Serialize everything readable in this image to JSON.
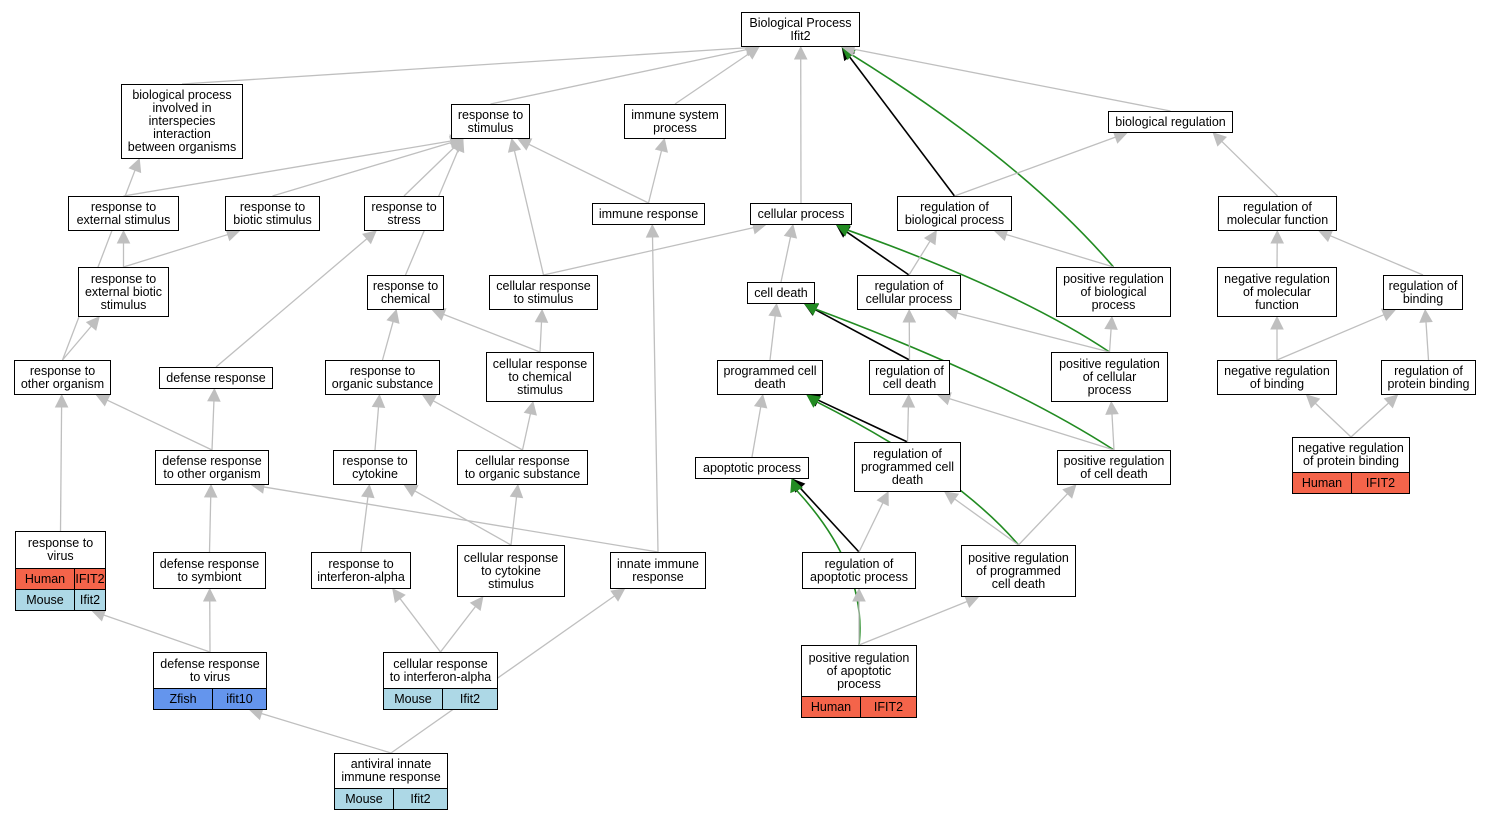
{
  "colors": {
    "edge_default": "#bfbfbf",
    "edge_regulates": "#000000",
    "edge_positively_regulates": "#228b22",
    "Human": "#f4644a",
    "Mouse": "#add8e6",
    "Zfish": "#6495ed"
  },
  "nodes": {
    "bp": {
      "label": "Biological Process\nIfit2"
    },
    "bpinter": {
      "label": "biological process\ninvolved in\ninterspecies\ninteraction\nbetween organisms"
    },
    "rstim": {
      "label": "response to\nstimulus"
    },
    "imsys": {
      "label": "immune system\nprocess"
    },
    "bioreg": {
      "label": "biological regulation"
    },
    "rext": {
      "label": "response to\nexternal stimulus"
    },
    "rbio": {
      "label": "response to\nbiotic stimulus"
    },
    "rstress": {
      "label": "response to\nstress"
    },
    "imresp": {
      "label": "immune response"
    },
    "cellproc": {
      "label": "cellular process"
    },
    "regbio": {
      "label": "regulation of\nbiological process"
    },
    "regmol": {
      "label": "regulation of\nmolecular function"
    },
    "rextbio": {
      "label": "response to\nexternal biotic\nstimulus"
    },
    "rchem": {
      "label": "response to\nchemical"
    },
    "crstim": {
      "label": "cellular response\nto stimulus"
    },
    "celldeath": {
      "label": "cell death"
    },
    "regcell": {
      "label": "regulation of\ncellular process"
    },
    "posregbio": {
      "label": "positive regulation\nof biological\nprocess"
    },
    "negregmol": {
      "label": "negative regulation\nof molecular\nfunction"
    },
    "regbind": {
      "label": "regulation of\nbinding"
    },
    "rother": {
      "label": "response to\nother organism"
    },
    "defresp": {
      "label": "defense response"
    },
    "rorg": {
      "label": "response to\norganic substance"
    },
    "crchem": {
      "label": "cellular response\nto chemical\nstimulus"
    },
    "pcd": {
      "label": "programmed cell\ndeath"
    },
    "regcd": {
      "label": "regulation of\ncell death"
    },
    "posregcell": {
      "label": "positive regulation\nof cellular\nprocess"
    },
    "negregbind": {
      "label": "negative regulation\nof binding"
    },
    "regprotbind": {
      "label": "regulation of\nprotein binding"
    },
    "defother": {
      "label": "defense response\nto other organism"
    },
    "rcyto": {
      "label": "response to\ncytokine"
    },
    "crorg": {
      "label": "cellular response\nto organic substance"
    },
    "apop": {
      "label": "apoptotic process"
    },
    "regpcd": {
      "label": "regulation of\nprogrammed cell\ndeath"
    },
    "posregcd": {
      "label": "positive regulation\nof cell death"
    },
    "negregprotbind": {
      "label": "negative regulation\nof protein binding",
      "genes": [
        {
          "species": "Human",
          "gene": "IFIT2"
        }
      ]
    },
    "rvirus": {
      "label": "response to\nvirus",
      "genes": [
        {
          "species": "Human",
          "gene": "IFIT2"
        },
        {
          "species": "Mouse",
          "gene": "Ifit2"
        }
      ]
    },
    "defsym": {
      "label": "defense response\nto symbiont"
    },
    "rifna": {
      "label": "response to\ninterferon-alpha"
    },
    "crcyto": {
      "label": "cellular response\nto cytokine\nstimulus"
    },
    "innate": {
      "label": "innate immune\nresponse"
    },
    "regapop": {
      "label": "regulation of\napoptotic process"
    },
    "posregpcd": {
      "label": "positive regulation\nof programmed\ncell death"
    },
    "defvirus": {
      "label": "defense response\nto virus",
      "genes": [
        {
          "species": "Zfish",
          "gene": "ifit10"
        }
      ]
    },
    "crifna": {
      "label": "cellular response\nto interferon-alpha",
      "genes": [
        {
          "species": "Mouse",
          "gene": "Ifit2"
        }
      ]
    },
    "posregapop": {
      "label": "positive regulation\nof apoptotic\nprocess",
      "genes": [
        {
          "species": "Human",
          "gene": "IFIT2"
        }
      ]
    },
    "antiviral": {
      "label": "antiviral innate\nimmune response",
      "genes": [
        {
          "species": "Mouse",
          "gene": "Ifit2"
        }
      ]
    }
  },
  "edges": [
    {
      "from": "bpinter",
      "to": "bp",
      "type": "is_a"
    },
    {
      "from": "rstim",
      "to": "bp",
      "type": "is_a"
    },
    {
      "from": "imsys",
      "to": "bp",
      "type": "is_a"
    },
    {
      "from": "cellproc",
      "to": "bp",
      "type": "is_a"
    },
    {
      "from": "regbio",
      "to": "bp",
      "type": "regulates"
    },
    {
      "from": "posregbio",
      "to": "bp",
      "type": "positively_regulates"
    },
    {
      "from": "bioreg",
      "to": "bp",
      "type": "is_a"
    },
    {
      "from": "rext",
      "to": "rstim",
      "type": "is_a"
    },
    {
      "from": "rbio",
      "to": "rstim",
      "type": "is_a"
    },
    {
      "from": "rstress",
      "to": "rstim",
      "type": "is_a"
    },
    {
      "from": "rchem",
      "to": "rstim",
      "type": "is_a"
    },
    {
      "from": "crstim",
      "to": "rstim",
      "type": "is_a"
    },
    {
      "from": "imresp",
      "to": "rstim",
      "type": "is_a"
    },
    {
      "from": "imresp",
      "to": "imsys",
      "type": "is_a"
    },
    {
      "from": "regbio",
      "to": "bioreg",
      "type": "is_a"
    },
    {
      "from": "regmol",
      "to": "bioreg",
      "type": "is_a"
    },
    {
      "from": "rextbio",
      "to": "rext",
      "type": "is_a"
    },
    {
      "from": "rextbio",
      "to": "rbio",
      "type": "is_a"
    },
    {
      "from": "crstim",
      "to": "cellproc",
      "type": "is_a"
    },
    {
      "from": "celldeath",
      "to": "cellproc",
      "type": "is_a"
    },
    {
      "from": "regcell",
      "to": "cellproc",
      "type": "regulates"
    },
    {
      "from": "posregcell",
      "to": "cellproc",
      "type": "positively_regulates"
    },
    {
      "from": "regcell",
      "to": "regbio",
      "type": "is_a"
    },
    {
      "from": "posregbio",
      "to": "regbio",
      "type": "is_a"
    },
    {
      "from": "negregmol",
      "to": "regmol",
      "type": "is_a"
    },
    {
      "from": "regbind",
      "to": "regmol",
      "type": "is_a"
    },
    {
      "from": "rother",
      "to": "bpinter",
      "type": "is_a"
    },
    {
      "from": "rother",
      "to": "rextbio",
      "type": "is_a"
    },
    {
      "from": "defresp",
      "to": "rstress",
      "type": "is_a"
    },
    {
      "from": "rorg",
      "to": "rchem",
      "type": "is_a"
    },
    {
      "from": "crchem",
      "to": "rchem",
      "type": "is_a"
    },
    {
      "from": "crchem",
      "to": "crstim",
      "type": "is_a"
    },
    {
      "from": "pcd",
      "to": "celldeath",
      "type": "is_a"
    },
    {
      "from": "regcd",
      "to": "celldeath",
      "type": "regulates"
    },
    {
      "from": "posregcd",
      "to": "celldeath",
      "type": "positively_regulates"
    },
    {
      "from": "regcd",
      "to": "regcell",
      "type": "is_a"
    },
    {
      "from": "posregcell",
      "to": "regcell",
      "type": "is_a"
    },
    {
      "from": "posregcell",
      "to": "posregbio",
      "type": "is_a"
    },
    {
      "from": "negregbind",
      "to": "regbind",
      "type": "is_a"
    },
    {
      "from": "regprotbind",
      "to": "regbind",
      "type": "is_a"
    },
    {
      "from": "defother",
      "to": "rother",
      "type": "is_a"
    },
    {
      "from": "defother",
      "to": "defresp",
      "type": "is_a"
    },
    {
      "from": "rcyto",
      "to": "rorg",
      "type": "is_a"
    },
    {
      "from": "crorg",
      "to": "rorg",
      "type": "is_a"
    },
    {
      "from": "crorg",
      "to": "crchem",
      "type": "is_a"
    },
    {
      "from": "apop",
      "to": "pcd",
      "type": "is_a"
    },
    {
      "from": "regpcd",
      "to": "pcd",
      "type": "regulates"
    },
    {
      "from": "posregpcd",
      "to": "pcd",
      "type": "positively_regulates"
    },
    {
      "from": "regpcd",
      "to": "regcd",
      "type": "is_a"
    },
    {
      "from": "posregcd",
      "to": "regcd",
      "type": "is_a"
    },
    {
      "from": "posregcd",
      "to": "posregcell",
      "type": "is_a"
    },
    {
      "from": "negregprotbind",
      "to": "negregbind",
      "type": "is_a"
    },
    {
      "from": "negregprotbind",
      "to": "regprotbind",
      "type": "is_a"
    },
    {
      "from": "negregbind",
      "to": "negregmol",
      "type": "is_a"
    },
    {
      "from": "rvirus",
      "to": "rother",
      "type": "is_a"
    },
    {
      "from": "defsym",
      "to": "defother",
      "type": "is_a"
    },
    {
      "from": "innate",
      "to": "defother",
      "type": "is_a"
    },
    {
      "from": "innate",
      "to": "imresp",
      "type": "is_a"
    },
    {
      "from": "rifna",
      "to": "rcyto",
      "type": "is_a"
    },
    {
      "from": "crcyto",
      "to": "rcyto",
      "type": "is_a"
    },
    {
      "from": "crcyto",
      "to": "crorg",
      "type": "is_a"
    },
    {
      "from": "regapop",
      "to": "apop",
      "type": "regulates"
    },
    {
      "from": "posregapop",
      "to": "apop",
      "type": "positively_regulates"
    },
    {
      "from": "regapop",
      "to": "regpcd",
      "type": "is_a"
    },
    {
      "from": "posregpcd",
      "to": "regpcd",
      "type": "is_a"
    },
    {
      "from": "posregpcd",
      "to": "posregcd",
      "type": "is_a"
    },
    {
      "from": "defvirus",
      "to": "rvirus",
      "type": "is_a"
    },
    {
      "from": "defvirus",
      "to": "defsym",
      "type": "is_a"
    },
    {
      "from": "crifna",
      "to": "rifna",
      "type": "is_a"
    },
    {
      "from": "crifna",
      "to": "crcyto",
      "type": "is_a"
    },
    {
      "from": "posregapop",
      "to": "regapop",
      "type": "is_a"
    },
    {
      "from": "posregapop",
      "to": "posregpcd",
      "type": "is_a"
    },
    {
      "from": "antiviral",
      "to": "defvirus",
      "type": "is_a"
    },
    {
      "from": "antiviral",
      "to": "innate",
      "type": "is_a"
    }
  ]
}
